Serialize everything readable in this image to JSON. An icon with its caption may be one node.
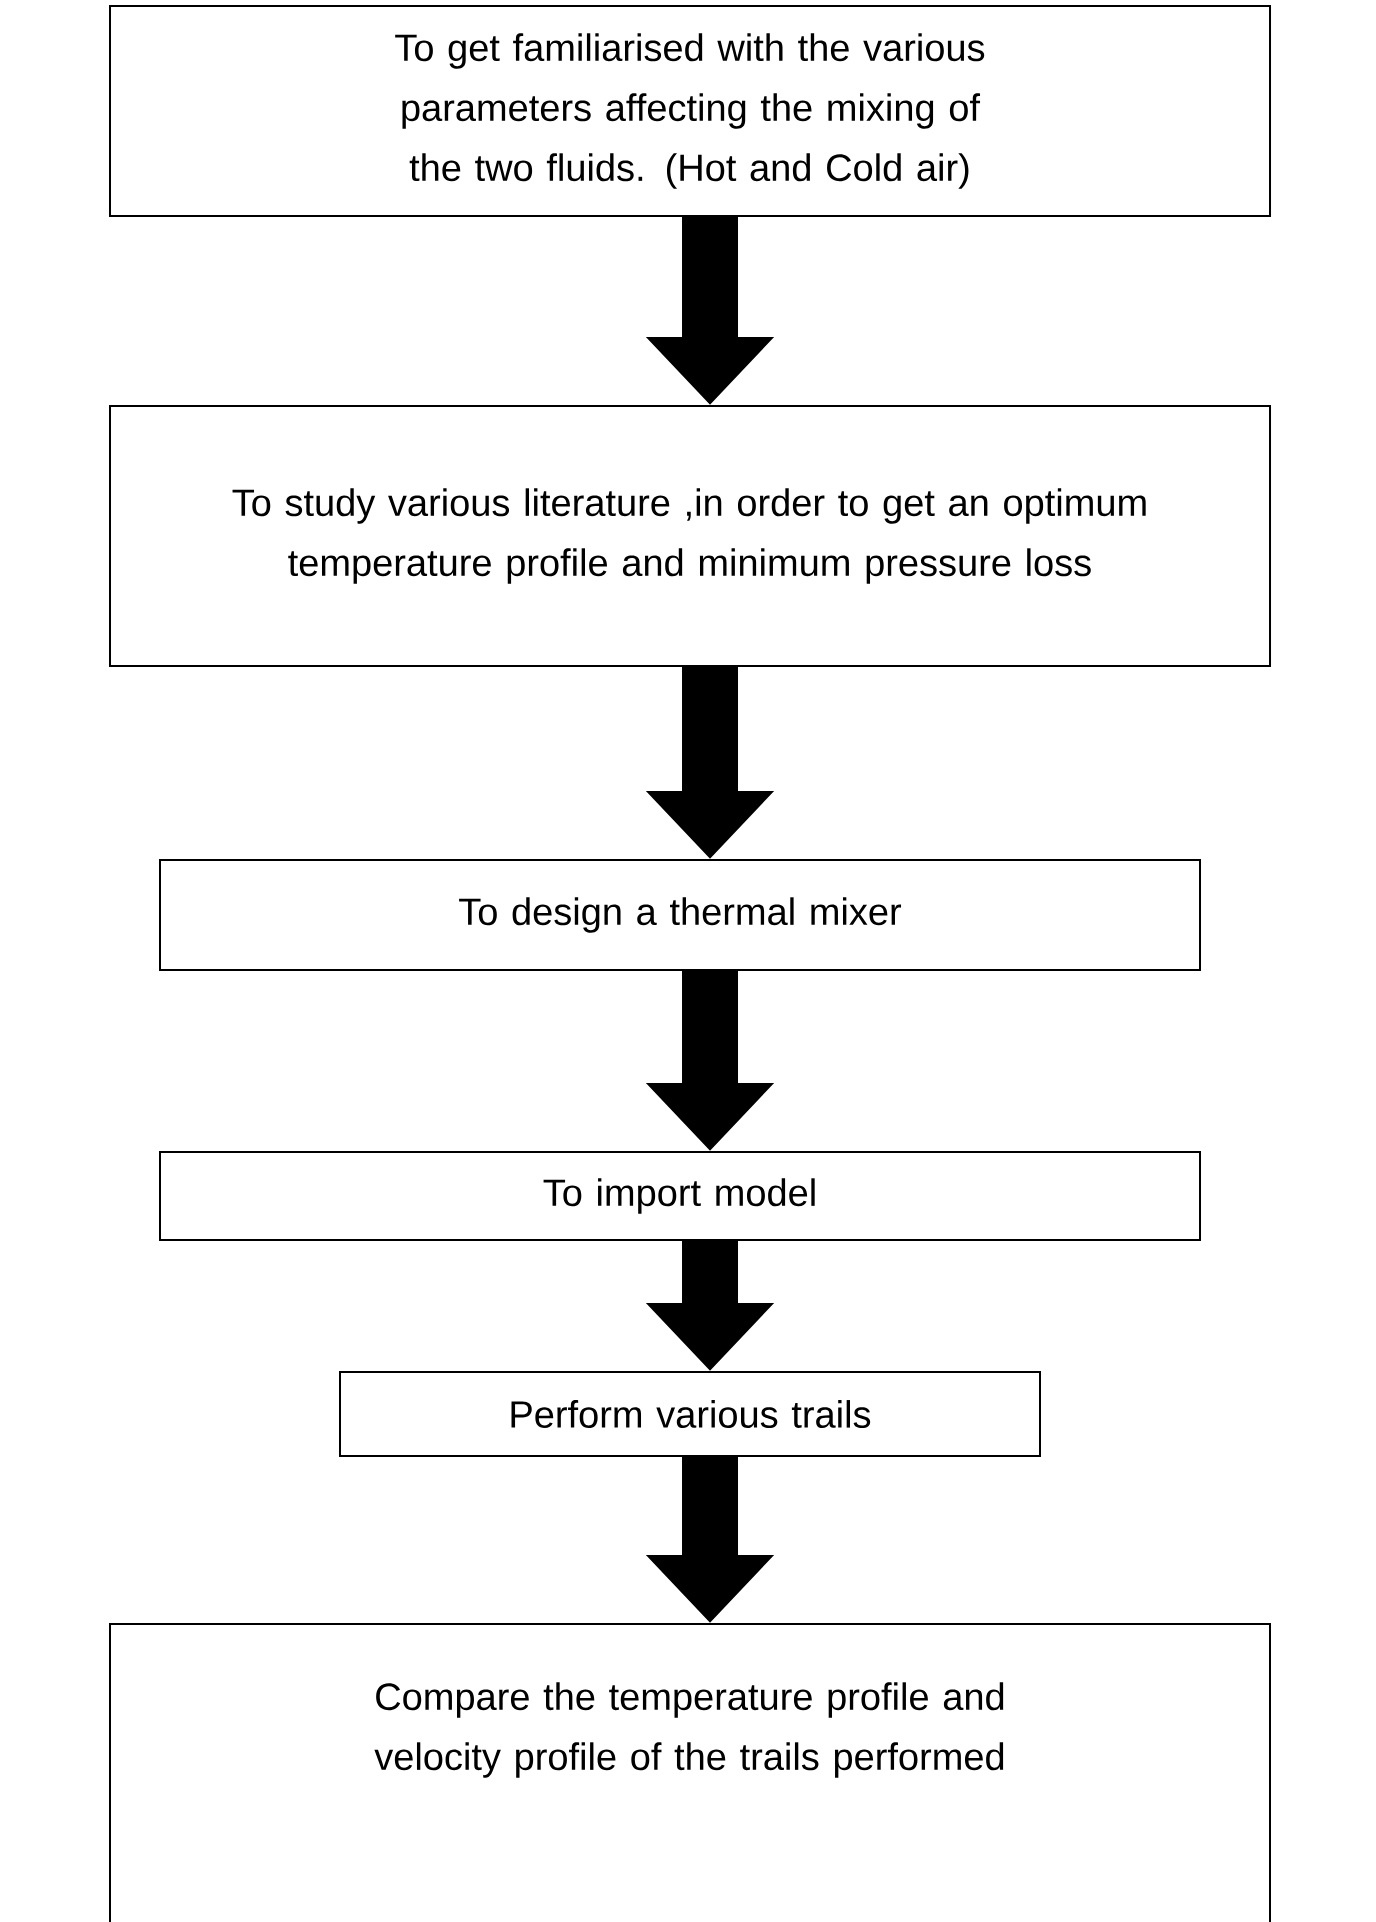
{
  "diagram": {
    "nodes": [
      {
        "text": [
          "To get familiarised with the various parameters affecting the mixing of the two fluids. (Hot and Cold air)"
        ]
      },
      {
        "text": [
          "To study various literature ,in order to get an optimum temperature profile and minimum pressure loss"
        ]
      },
      {
        "text": [
          "To design a thermal mixer"
        ]
      },
      {
        "text": [
          "To import model"
        ]
      },
      {
        "text": [
          "Perform various trails"
        ]
      },
      {
        "text": [
          "Compare the temperature profile and velocity profile of the trails performed"
        ]
      }
    ],
    "edges": [
      {
        "from": 0,
        "to": 1,
        "arrow": "to"
      },
      {
        "from": 1,
        "to": 2,
        "arrow": "to"
      },
      {
        "from": 2,
        "to": 3,
        "arrow": "to"
      },
      {
        "from": 3,
        "to": 4,
        "arrow": "to"
      },
      {
        "from": 4,
        "to": 5,
        "arrow": "to"
      }
    ]
  }
}
